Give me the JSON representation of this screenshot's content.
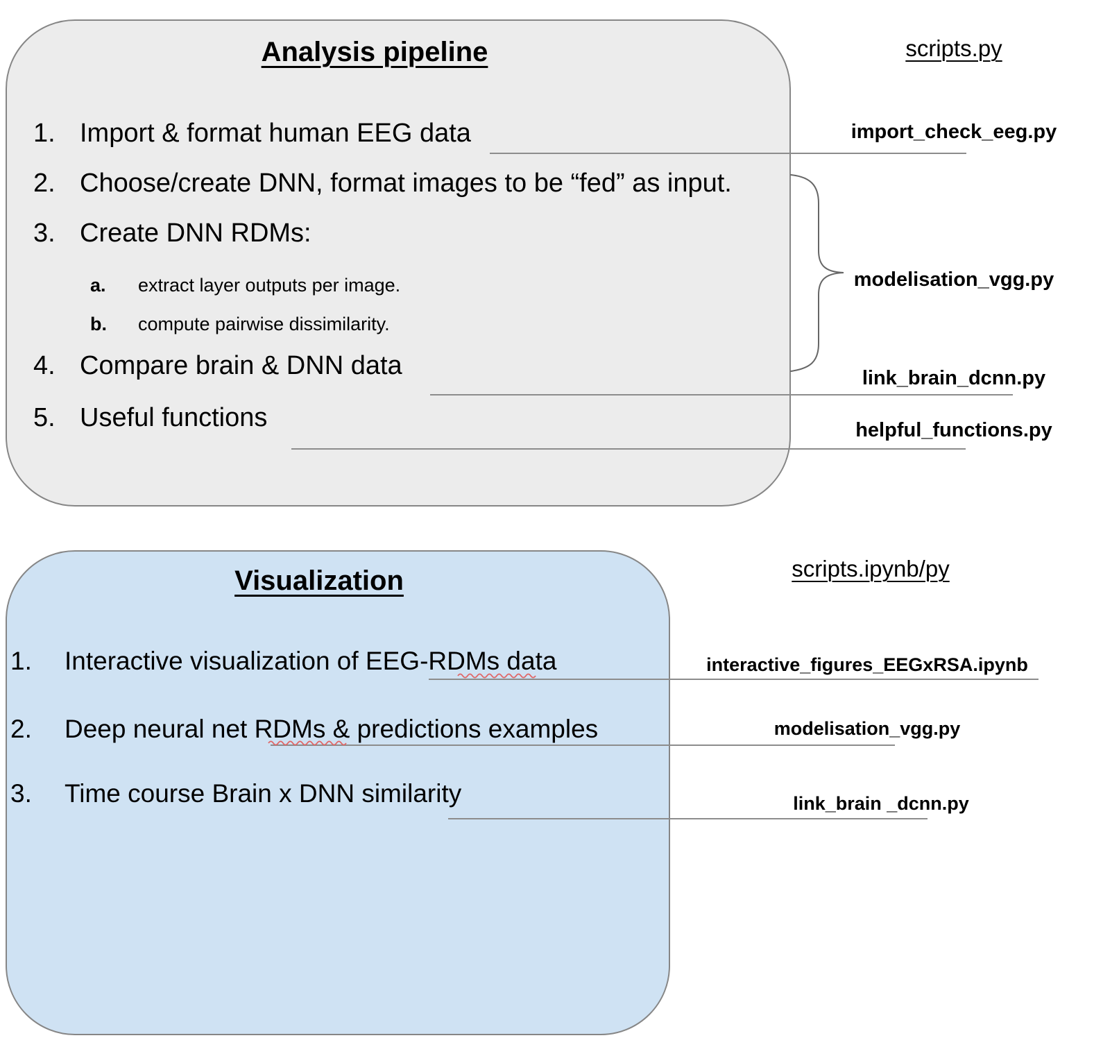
{
  "pipeline_box": {
    "title": "Analysis pipeline",
    "items": [
      {
        "num": "1.",
        "label": "Import & format human EEG data"
      },
      {
        "num": "2.",
        "label": "Choose/create DNN, format images to be “fed” as input."
      },
      {
        "num": "3.",
        "label": "Create DNN RDMs:"
      },
      {
        "num": "4.",
        "label": "Compare brain & DNN data"
      },
      {
        "num": "5.",
        "label": "Useful functions"
      }
    ],
    "subitems": [
      {
        "num": "a.",
        "label": "extract layer outputs per image."
      },
      {
        "num": "b.",
        "label": "compute pairwise dissimilarity."
      }
    ]
  },
  "pipeline_scripts": {
    "header": "scripts.py",
    "files": [
      "import_check_eeg.py",
      "modelisation_vgg.py",
      "link_brain_dcnn.py",
      "helpful_functions.py"
    ]
  },
  "viz_box": {
    "title": "Visualization",
    "items": [
      {
        "num": "1.",
        "label": "Interactive visualization of EEG-RDMs data"
      },
      {
        "num": "2.",
        "label": "Deep neural net RDMs & predictions examples"
      },
      {
        "num": "3.",
        "label": "Time course Brain x DNN similarity"
      }
    ]
  },
  "viz_scripts": {
    "header": "scripts.ipynb/py",
    "files": [
      "interactive_figures_EEGxRSA.ipynb",
      "modelisation_vgg.py",
      "link_brain _dcnn.py"
    ]
  },
  "colors": {
    "pipeline_box_fill": "#ececec",
    "viz_box_fill": "#cfe2f3",
    "box_border": "#868686",
    "connector_line": "#8c8c8c",
    "brace": "#666666",
    "spellcheck_squiggle": "#e06666",
    "text": "#000000"
  }
}
